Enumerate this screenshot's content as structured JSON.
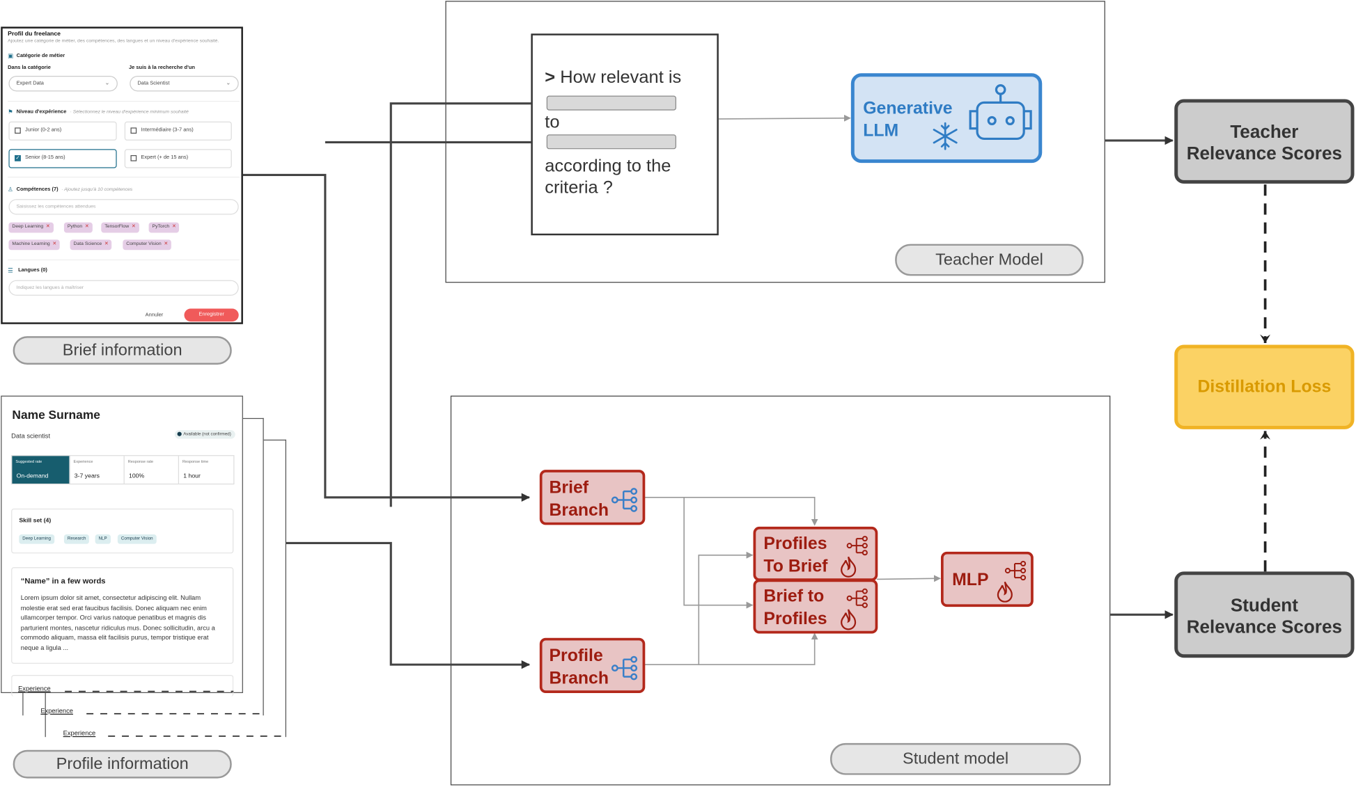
{
  "brief_form": {
    "title": "Profil du freelance",
    "subtitle": "Ajoutez une catégorie de métier, des compétences, des langues et un niveau d'expérience souhaité.",
    "category_section": "Catégorie de métier",
    "category_label": "Dans la catégorie",
    "search_label": "Je suis à la recherche d'un",
    "category_value": "Expert Data",
    "search_value": "Data Scientist",
    "experience_section": "Niveau d'expérience",
    "experience_hint": "· Sélectionnez le niveau d'expérience minimum souhaité",
    "levels": [
      "Junior (0-2 ans)",
      "Intermédiaire (3-7 ans)",
      "Senior (8-15 ans)",
      "Expert (+ de 15 ans)"
    ],
    "skills_section": "Compétences (7)",
    "skills_hint": "· Ajoutez jusqu'à 10 compétences",
    "skills_placeholder": "Saisissez les compétences attendues",
    "skills": [
      "Deep Learning",
      "Python",
      "TensorFlow",
      "PyTorch",
      "Machine Learning",
      "Data Science",
      "Computer Vision"
    ],
    "languages_section": "Langues (0)",
    "languages_placeholder": "Indiquez les langues à maîtriser",
    "cancel": "Annuler",
    "save": "Enregistrer"
  },
  "brief_caption": "Brief information",
  "profile": {
    "name": "Name Surname",
    "role": "Data scientist",
    "badge": "Available (not confirmed)",
    "stats": [
      {
        "key": "Suggested rate",
        "value": "On-demand"
      },
      {
        "key": "Experience",
        "value": "3-7 years"
      },
      {
        "key": "Response rate",
        "value": "100%"
      },
      {
        "key": "Response time",
        "value": "1 hour"
      }
    ],
    "skillset_title": "Skill set (4)",
    "skills": [
      "Deep Learning",
      "Research",
      "NLP",
      "Computer Vision"
    ],
    "words_title": "“Name” in a few words",
    "lorem_lines": [
      "Lorem ipsum dolor sit amet, consectetur adipiscing elit. Nullam",
      "molestie erat sed erat faucibus facilisis. Donec aliquam nec enim",
      "ullamcorper tempor. Orci varius natoque penatibus et magnis dis",
      "parturient montes, nascetur ridiculus mus. Donec sollicitudin, arcu a",
      "commodo aliquam, massa elit facilisis purus, tempor tristique erat",
      "neque a ligula ..."
    ],
    "experience_labels": [
      "Experience",
      "Experience",
      "Experience"
    ]
  },
  "profile_caption": "Profile information",
  "teacher": {
    "prompt": {
      "line1_marker": ">",
      "line1": "How relevant is",
      "line2": "to",
      "line3": "according to the",
      "line4": "criteria ?"
    },
    "llm": {
      "line1": "Generative",
      "line2": "LLM"
    },
    "caption": "Teacher Model"
  },
  "student": {
    "brief_branch": {
      "line1": "Brief",
      "line2": "Branch"
    },
    "profile_branch": {
      "line1": "Profile",
      "line2": "Branch"
    },
    "profiles_to_brief": {
      "line1": "Profiles",
      "line2": "To Brief"
    },
    "brief_to_profiles": {
      "line1": "Brief to",
      "line2": "Profiles"
    },
    "mlp": "MLP",
    "caption": "Student model"
  },
  "outputs": {
    "teacher_scores": {
      "line1": "Teacher",
      "line2": "Relevance Scores"
    },
    "distillation": "Distillation Loss",
    "student_scores": {
      "line1": "Student",
      "line2": "Relevance Scores"
    }
  },
  "colors": {
    "student_box_fill": "#e8c4c4",
    "student_box_border": "#b3281b",
    "llm_fill": "#d3e3f4",
    "llm_border": "#3a86cf",
    "loss_fill": "#fbd264",
    "score_fill": "#cccccc"
  },
  "icons": [
    "network-icon",
    "flame-icon",
    "snowflake-icon",
    "robot-icon"
  ]
}
